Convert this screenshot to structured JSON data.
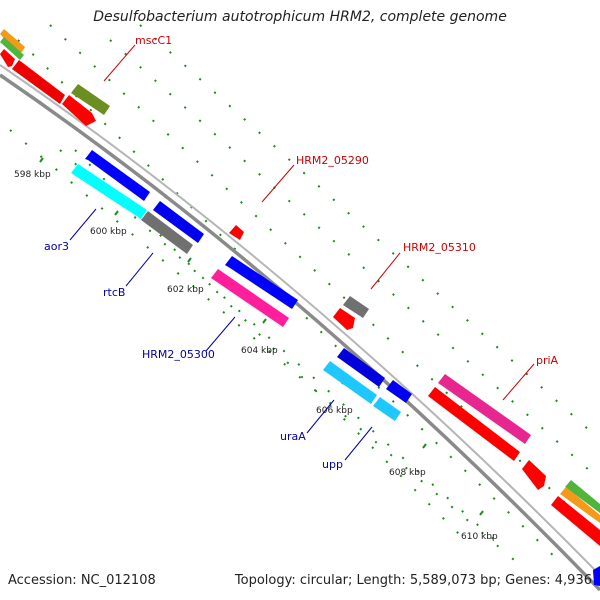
{
  "title": "Desulfobacterium autotrophicum HRM2, complete genome",
  "footer": {
    "accession": "Accession: NC_012108",
    "summary": "Topology: circular; Length: 5,589,073 bp; Genes: 4,936"
  },
  "ticks": [
    "598 kbp",
    "600 kbp",
    "602 kbp",
    "604 kbp",
    "606 kbp",
    "608 kbp",
    "610 kbp"
  ],
  "labels": {
    "mscC1": "mscC1",
    "hrm2_05290": "HRM2_05290",
    "hrm2_05310": "HRM2_05310",
    "aor3": "aor3",
    "rtcB": "rtcB",
    "hrm2_05300": "HRM2_05300",
    "priA": "priA",
    "uraA": "uraA",
    "upp": "upp"
  },
  "colors": {
    "forward_label": "#cc0000",
    "reverse_label": "#0000aa",
    "backbone": "#808080",
    "dots": "#007700"
  }
}
